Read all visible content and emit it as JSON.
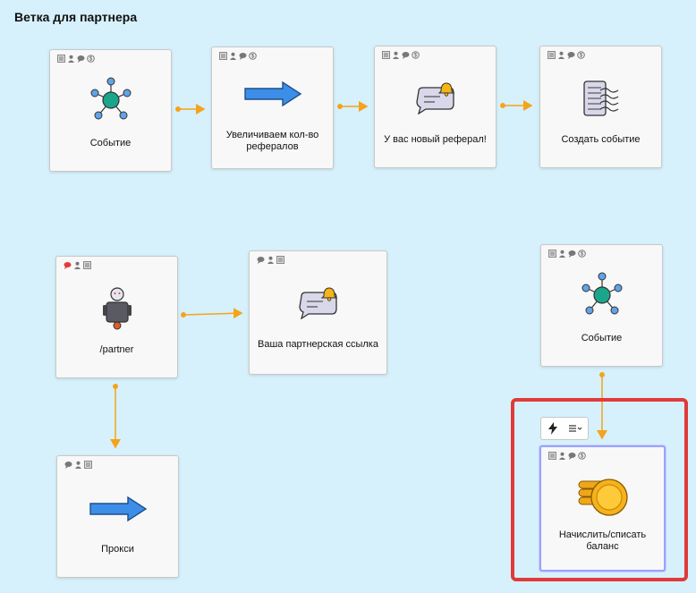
{
  "page_title": "Ветка для партнера",
  "nodes": {
    "event1": {
      "label": "Событие"
    },
    "increase": {
      "label": "Увеличиваем кол-во рефералов"
    },
    "new_referral": {
      "label": "У вас новый реферал!"
    },
    "create_event": {
      "label": "Создать событие"
    },
    "partner_cmd": {
      "label": "/partner"
    },
    "partner_link": {
      "label": "Ваша партнерская ссылка"
    },
    "event2": {
      "label": "Событие"
    },
    "proxy": {
      "label": "Прокси"
    },
    "balance": {
      "label": "Начислить/списать баланс"
    }
  },
  "toolbar": {
    "lightning_icon": "lightning-icon",
    "menu_icon": "list-menu-icon"
  },
  "colors": {
    "background": "#d6f1fb",
    "connector": "#f5a31a",
    "highlight": "#e03a3a",
    "selected_border": "#9aa2ff",
    "hub": "#1aa68a",
    "satellite": "#5fa3e8"
  }
}
